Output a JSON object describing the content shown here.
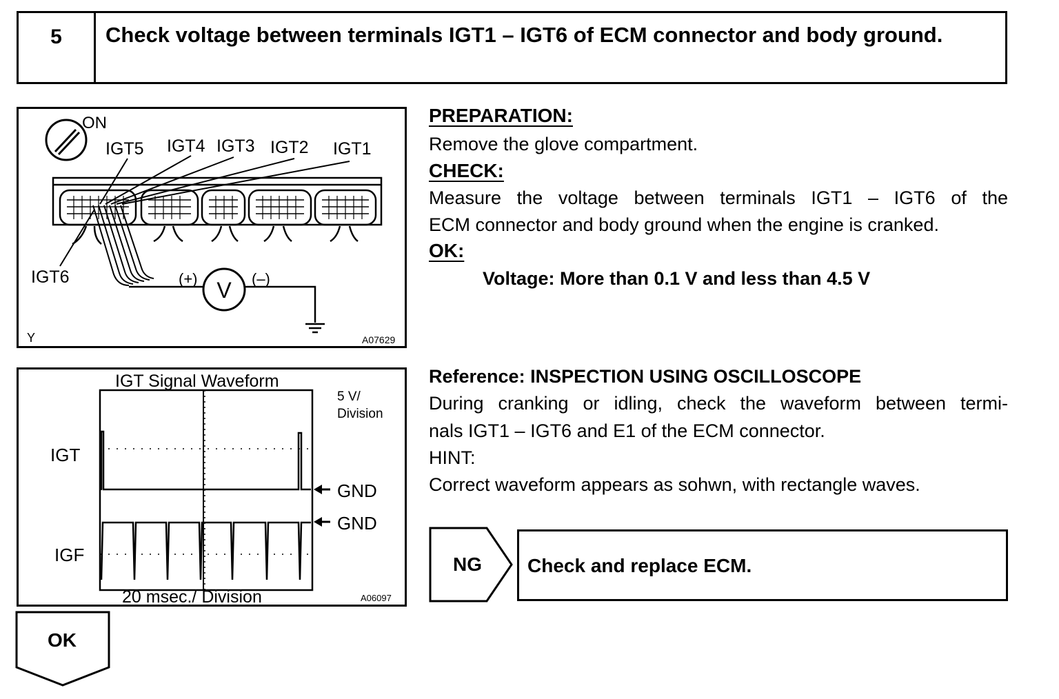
{
  "step": {
    "number": "5",
    "title": "Check voltage between terminals IGT1 – IGT6 of ECM connector and body ground."
  },
  "figure1": {
    "labels": {
      "on": "ON",
      "igt5": "IGT5",
      "igt4": "IGT4",
      "igt3": "IGT3",
      "igt2": "IGT2",
      "igt1": "IGT1",
      "igt6": "IGT6",
      "plus": "(+)",
      "minus": "(–)",
      "meter": "V",
      "corner": "Y",
      "code": "A07629"
    }
  },
  "figure2": {
    "title": "IGT Signal Waveform",
    "scale_v": "5 V/",
    "scale_v2": "Division",
    "label_igt": "IGT",
    "label_igf": "IGF",
    "gnd1": "GND",
    "gnd2": "GND",
    "time_scale": "20 msec./ Division",
    "code": "A06097"
  },
  "preparation": {
    "heading": "PREPARATION:",
    "text": "Remove the glove compartment."
  },
  "check": {
    "heading": "CHECK:",
    "line1": "Measure the voltage between terminals IGT1 – IGT6 of the",
    "line2": "ECM connector and body ground when the engine is cranked."
  },
  "ok": {
    "heading": "OK:",
    "spec": "Voltage: More than 0.1 V and less than 4.5 V"
  },
  "reference": {
    "heading": "Reference: INSPECTION USING OSCILLOSCOPE",
    "line1": "During cranking or idling, check the waveform between termi-",
    "line2": "nals IGT1 – IGT6 and E1 of the ECM connector.",
    "hint_heading": "HINT:",
    "hint_text": "Correct waveform appears as sohwn, with rectangle waves."
  },
  "ng": {
    "label": "NG",
    "action": "Check and replace ECM."
  },
  "ok_result": {
    "label": "OK"
  }
}
